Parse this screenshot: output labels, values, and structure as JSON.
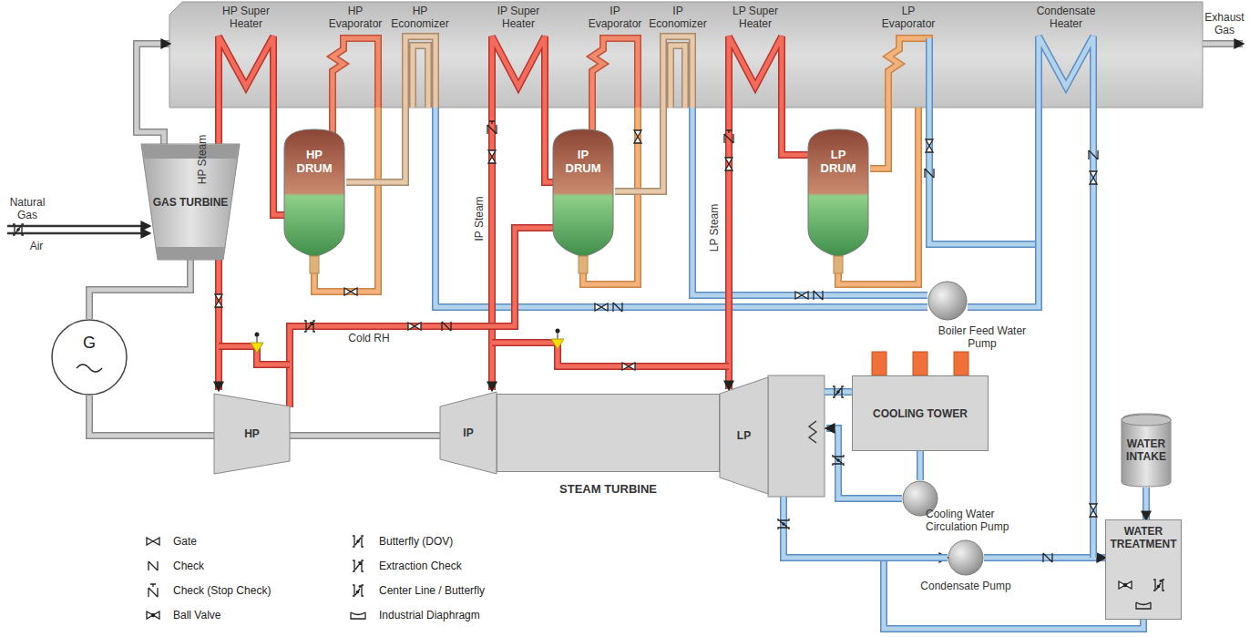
{
  "diagram": {
    "nodes": [
      {
        "text": [
          "GAS TURBINE"
        ]
      },
      {
        "text": [
          "HP DRUM"
        ]
      },
      {
        "text": [
          "IP DRUM"
        ]
      },
      {
        "text": [
          "LP DRUM"
        ]
      },
      {
        "text": [
          "Boiler Feed Water Pump"
        ]
      },
      {
        "text": [
          "G"
        ]
      },
      {
        "text": [
          "HP"
        ]
      },
      {
        "text": [
          "IP"
        ]
      },
      {
        "text": [
          "STEAM TURBINE"
        ]
      },
      {
        "text": [
          "LP"
        ]
      },
      {
        "text": [
          "COOLING TOWER"
        ]
      },
      {
        "text": [
          "WATER INTAKE"
        ]
      },
      {
        "text": [
          "Cooling Water Circulation Pump"
        ]
      },
      {
        "text": [
          "Condensate Pump"
        ]
      },
      {
        "text": [
          "WATER TREATMENT"
        ]
      }
    ],
    "edges": [
      {
        "from": 0,
        "to": 5,
        "arrow": "none"
      },
      {
        "from": 5,
        "to": 6,
        "arrow": "none"
      },
      {
        "from": 6,
        "to": 7,
        "arrow": "none"
      },
      {
        "from": 11,
        "to": 14,
        "arrow": "to"
      },
      {
        "from": 13,
        "to": 14,
        "arrow": "to"
      },
      {
        "from": 14,
        "to": 13,
        "arrow": "to"
      },
      {
        "from": 10,
        "to": 12,
        "arrow": "none"
      }
    ],
    "labels": [
      "HP Super Heater",
      "HP Evaporator",
      "HP Economizer",
      "IP Super Heater",
      "IP Evaporator",
      "IP Economizer",
      "LP Super Heater",
      "LP Evaporator",
      "Condensate Heater",
      "Exhaust Gas",
      "Natural Gas",
      "Air",
      "HP Steam",
      "IP Steam",
      "LP Steam",
      "Cold RH"
    ],
    "legend": [
      {
        "text": "Gate"
      },
      {
        "text": "Check"
      },
      {
        "text": "Check (Stop Check)"
      },
      {
        "text": "Ball Valve"
      },
      {
        "text": "Butterfly (DOV)"
      },
      {
        "text": "Extraction Check"
      },
      {
        "text": "Center Line / Butterfly"
      },
      {
        "text": "Industrial Diaphragm"
      }
    ]
  }
}
